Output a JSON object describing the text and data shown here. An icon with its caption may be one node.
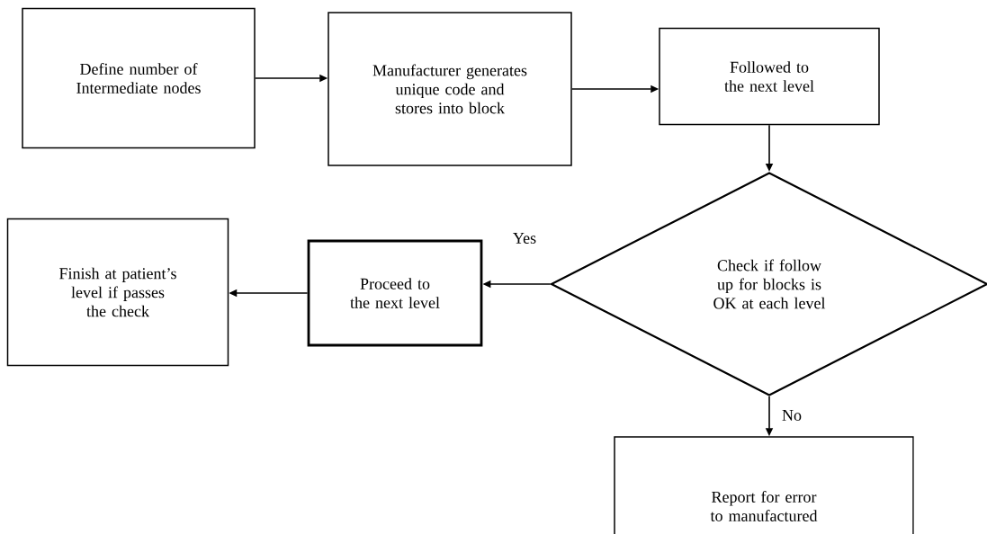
{
  "diagram": {
    "nodes": [
      {
        "text": [
          "Define number of Intermediate nodes"
        ]
      },
      {
        "text": [
          "Manufacturer generates unique code and stores into block"
        ]
      },
      {
        "text": [
          "Followed to the next level"
        ]
      },
      {
        "text": [
          "Check if follow up for blocks is OK at each level"
        ]
      },
      {
        "text": [
          "Proceed to the next level"
        ]
      },
      {
        "text": [
          "Finish at patient’s level if passes the check"
        ]
      },
      {
        "text": [
          "Report for error to manufactured"
        ]
      }
    ],
    "edges": [
      {
        "from": 0,
        "to": 1,
        "arrow": "to"
      },
      {
        "from": 1,
        "to": 2,
        "arrow": "to"
      },
      {
        "from": 2,
        "to": 3,
        "arrow": "to"
      },
      {
        "from": 3,
        "to": 4,
        "arrow": "to",
        "label": "Yes"
      },
      {
        "from": 4,
        "to": 5,
        "arrow": "to"
      },
      {
        "from": 3,
        "to": 6,
        "arrow": "to",
        "label": "No"
      }
    ]
  }
}
